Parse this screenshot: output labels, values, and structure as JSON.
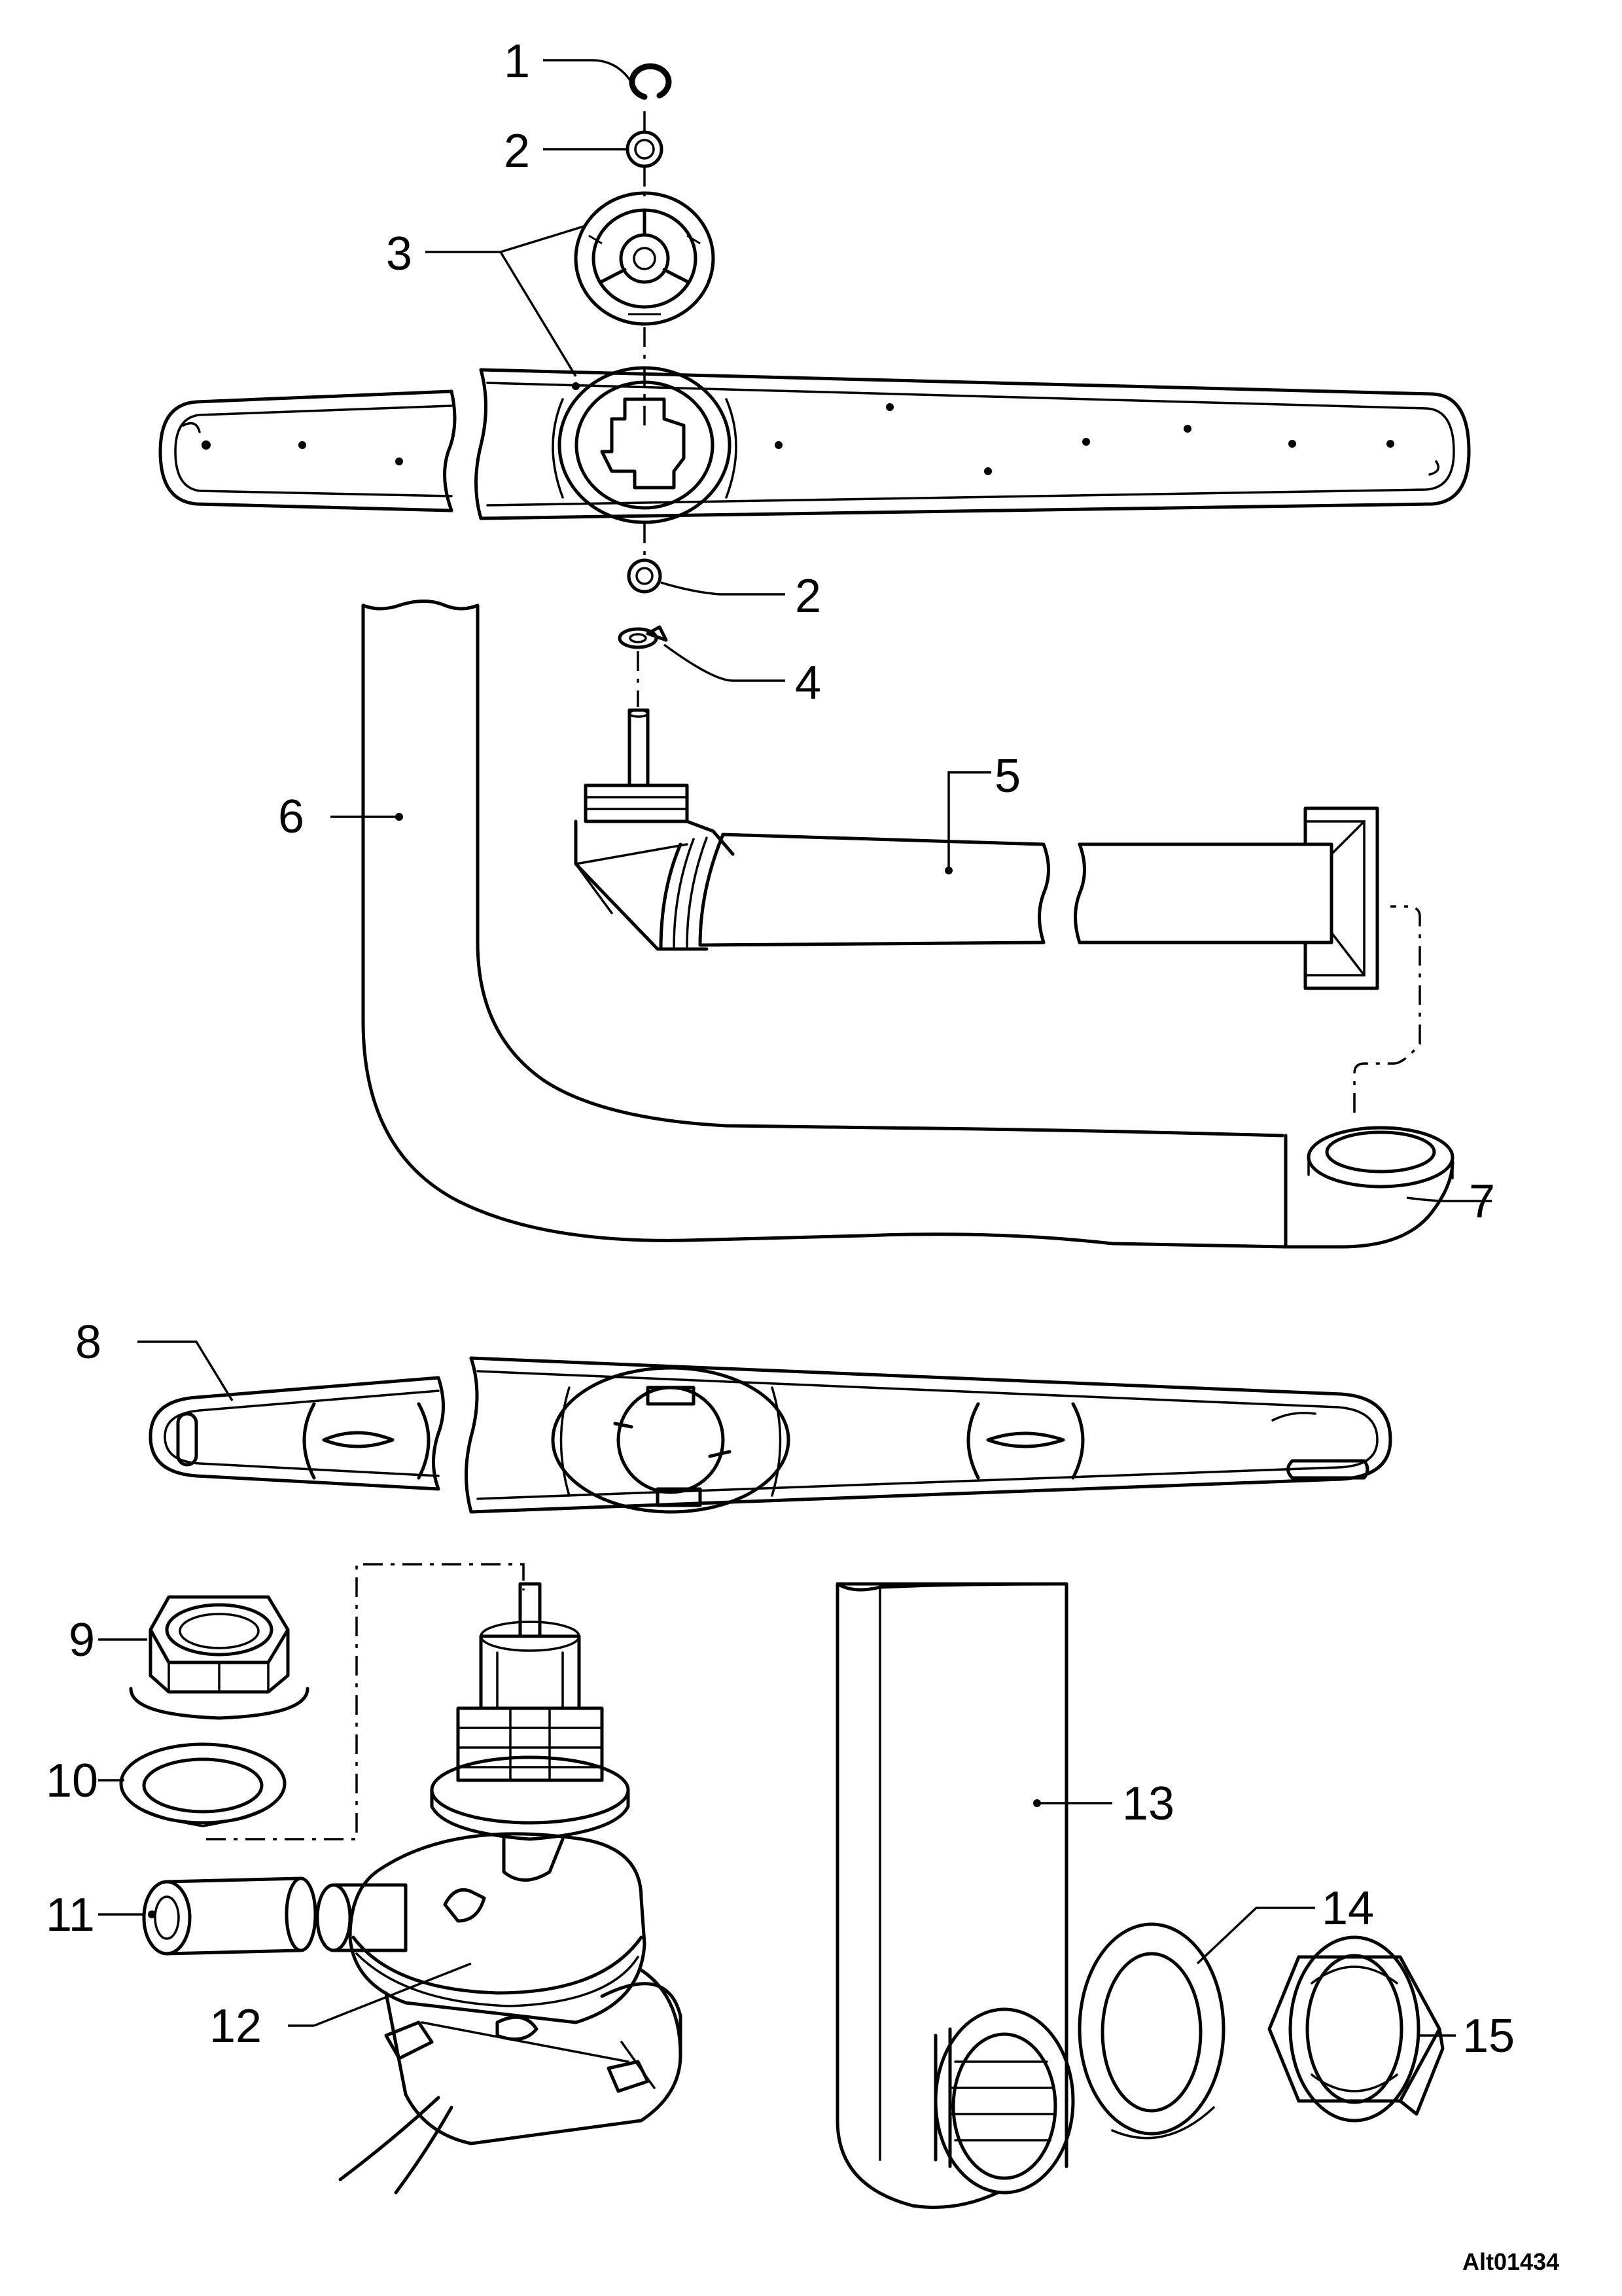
{
  "callouts": {
    "c1": "1",
    "c2a": "2",
    "c3": "3",
    "c2b": "2",
    "c4": "4",
    "c5": "5",
    "c6": "6",
    "c7": "7",
    "c8": "8",
    "c9": "9",
    "c10": "10",
    "c11": "11",
    "c12": "12",
    "c13": "13",
    "c14": "14",
    "c15": "15"
  },
  "reference_code": "Alt01434"
}
